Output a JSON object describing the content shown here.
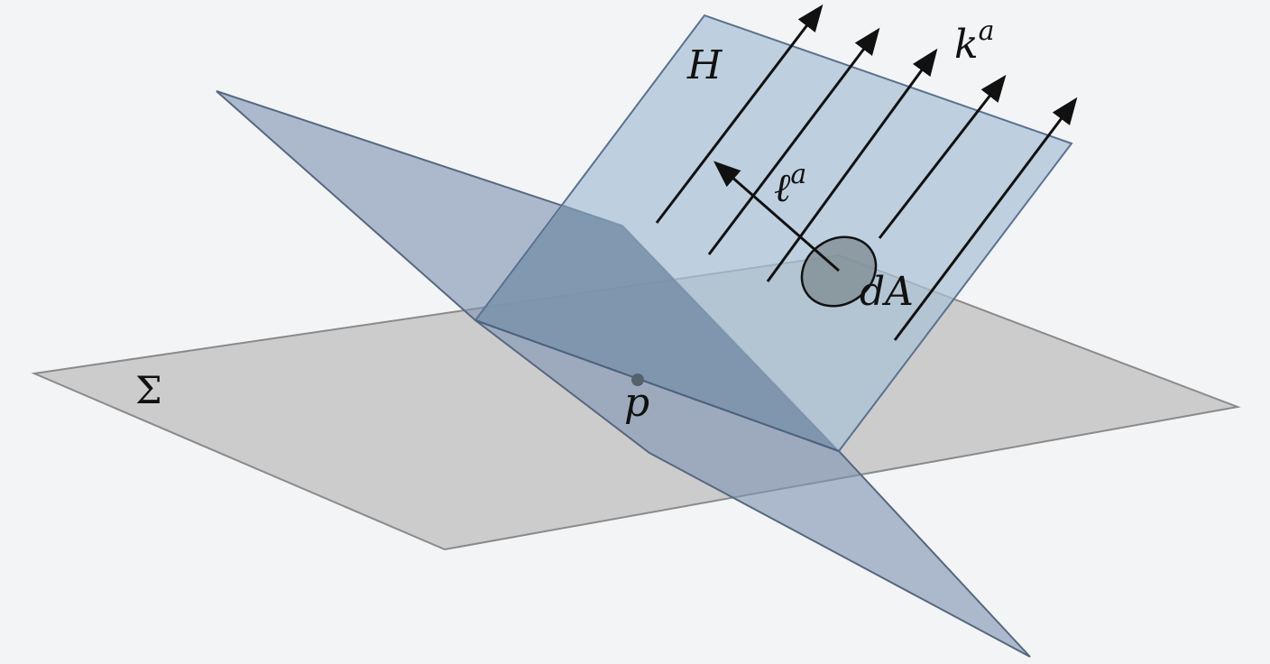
{
  "labels": {
    "horizon": "H",
    "generator_vector": "k",
    "transverse_vector": "ℓ",
    "index": "a",
    "area_element": "dA",
    "slice": "Σ",
    "point": "p"
  },
  "colors": {
    "background": "#f3f4f6",
    "slice_plane": "#c4c4c4",
    "horizon_plane": "#a9c2d6",
    "tilted_plane": "#7f95b3",
    "overlap_dark": "#5f7894",
    "area_patch": "#7d8a90",
    "ink": "#111111"
  }
}
